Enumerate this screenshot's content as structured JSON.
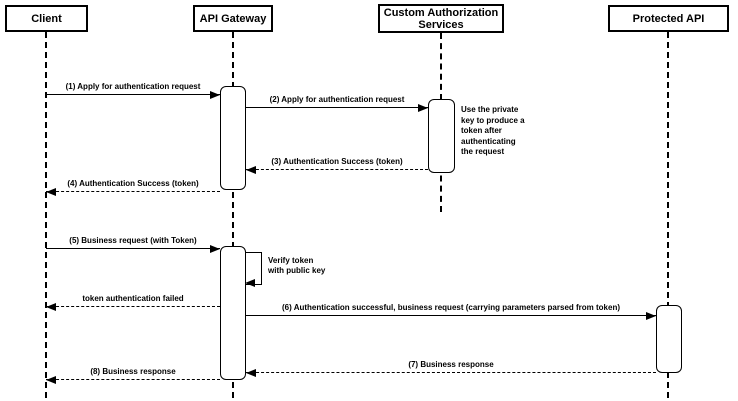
{
  "diagram": {
    "type": "sequence-diagram",
    "colors": {
      "stroke": "#000000",
      "shape_fill": "#ffffff",
      "background": "#ffffff"
    }
  },
  "actors": [
    {
      "label": "Client"
    },
    {
      "label": "API Gateway"
    },
    {
      "label": "Custom Authorization Services"
    },
    {
      "label": "Protected API"
    }
  ],
  "messages": [
    {
      "label": "(1) Apply for authentication request",
      "from": "Client",
      "to": "API Gateway",
      "style": "solid"
    },
    {
      "label": "(2) Apply for authentication request",
      "from": "API Gateway",
      "to": "Custom Authorization Services",
      "style": "solid"
    },
    {
      "label": "(3) Authentication Success (token)",
      "from": "Custom Authorization Services",
      "to": "API Gateway",
      "style": "dashed"
    },
    {
      "label": "(4) Authentication Success (token)",
      "from": "API Gateway",
      "to": "Client",
      "style": "dashed"
    },
    {
      "label": "(5) Business request (with Token)",
      "from": "Client",
      "to": "API Gateway",
      "style": "solid"
    },
    {
      "label": "token authentication failed",
      "from": "API Gateway",
      "to": "Client",
      "style": "dashed"
    },
    {
      "label": "(6) Authentication successful, business request (carrying parameters parsed from token)",
      "from": "API Gateway",
      "to": "Protected API",
      "style": "solid"
    },
    {
      "label": "(7) Business response",
      "from": "Protected API",
      "to": "API Gateway",
      "style": "dashed"
    },
    {
      "label": "(8) Business response",
      "from": "API Gateway",
      "to": "Client",
      "style": "dashed"
    }
  ],
  "self_message": {
    "label": "Verify token\nwith public key",
    "actor": "API Gateway",
    "style": "solid"
  },
  "note": {
    "text": "Use the private\nkey to produce a\ntoken after\nauthenticating\nthe request",
    "attached_to": "Custom Authorization Services"
  }
}
